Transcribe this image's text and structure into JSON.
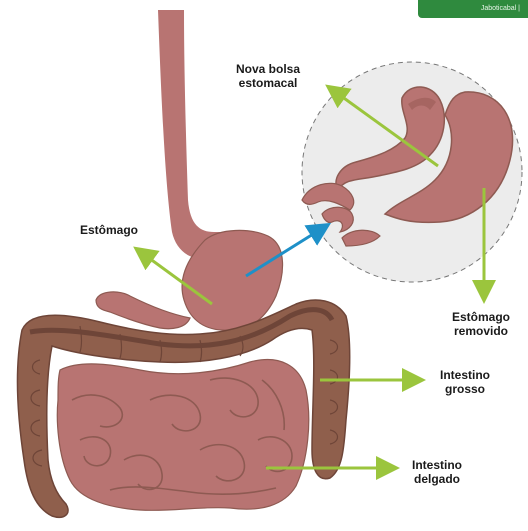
{
  "badge": {
    "text": "Jaboticabal |"
  },
  "labels": {
    "nova_bolsa_line1": "Nova bolsa",
    "nova_bolsa_line2": "estomacal",
    "estomago": "Estômago",
    "estomago_removido_line1": "Estômago",
    "estomago_removido_line2": "removido",
    "intestino_grosso_line1": "Intestino",
    "intestino_grosso_line2": "grosso",
    "intestino_delgado_line1": "Intestino",
    "intestino_delgado_line2": "delgado"
  },
  "colors": {
    "organ": "#b87472",
    "organ_dark": "#8e5a52",
    "colon": "#8f5f4c",
    "colon_dark": "#6e4538",
    "arrow_green": "#9bc53d",
    "arrow_blue": "#1e90c8",
    "inset_bg": "#ececec",
    "badge_bg": "#2f8a3e"
  },
  "icons": {
    "arrow_pointer": "arrow-icon"
  }
}
